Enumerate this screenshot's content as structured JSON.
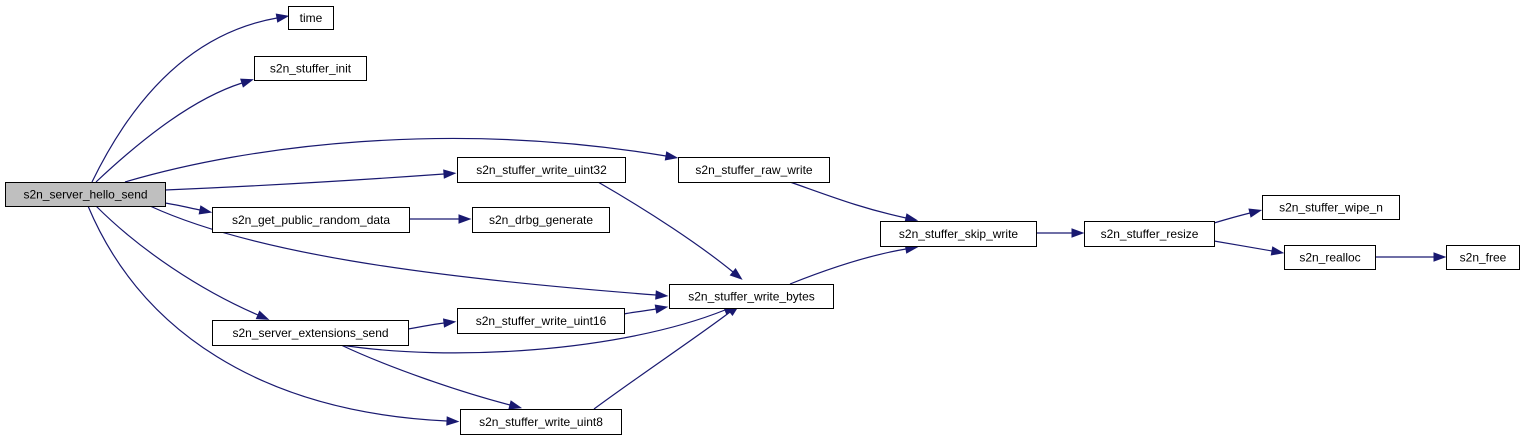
{
  "colors": {
    "edge": "#191970",
    "root_fill": "#bfbfbf",
    "node_fill": "#ffffff",
    "node_stroke": "#000000"
  },
  "nodes": [
    {
      "id": "hello_send",
      "label": "s2n_server_hello_send",
      "root": true
    },
    {
      "id": "time",
      "label": "time"
    },
    {
      "id": "stuffer_init",
      "label": "s2n_stuffer_init"
    },
    {
      "id": "write_uint32",
      "label": "s2n_stuffer_write_uint32"
    },
    {
      "id": "get_public_random",
      "label": "s2n_get_public_random_data"
    },
    {
      "id": "drbg_generate",
      "label": "s2n_drbg_generate"
    },
    {
      "id": "raw_write",
      "label": "s2n_stuffer_raw_write"
    },
    {
      "id": "write_bytes",
      "label": "s2n_stuffer_write_bytes"
    },
    {
      "id": "extensions_send",
      "label": "s2n_server_extensions_send"
    },
    {
      "id": "write_uint16",
      "label": "s2n_stuffer_write_uint16"
    },
    {
      "id": "write_uint8",
      "label": "s2n_stuffer_write_uint8"
    },
    {
      "id": "skip_write",
      "label": "s2n_stuffer_skip_write"
    },
    {
      "id": "resize",
      "label": "s2n_stuffer_resize"
    },
    {
      "id": "wipe_n",
      "label": "s2n_stuffer_wipe_n"
    },
    {
      "id": "realloc",
      "label": "s2n_realloc"
    },
    {
      "id": "free",
      "label": "s2n_free"
    }
  ],
  "edges": [
    {
      "from": "hello_send",
      "to": "time"
    },
    {
      "from": "hello_send",
      "to": "stuffer_init"
    },
    {
      "from": "hello_send",
      "to": "raw_write"
    },
    {
      "from": "hello_send",
      "to": "write_uint32"
    },
    {
      "from": "hello_send",
      "to": "get_public_random"
    },
    {
      "from": "hello_send",
      "to": "write_bytes"
    },
    {
      "from": "hello_send",
      "to": "extensions_send"
    },
    {
      "from": "hello_send",
      "to": "write_uint8"
    },
    {
      "from": "get_public_random",
      "to": "drbg_generate"
    },
    {
      "from": "write_uint32",
      "to": "write_bytes"
    },
    {
      "from": "raw_write",
      "to": "skip_write"
    },
    {
      "from": "write_bytes",
      "to": "skip_write"
    },
    {
      "from": "extensions_send",
      "to": "write_uint16"
    },
    {
      "from": "extensions_send",
      "to": "write_bytes"
    },
    {
      "from": "extensions_send",
      "to": "write_uint8"
    },
    {
      "from": "write_uint16",
      "to": "write_bytes"
    },
    {
      "from": "write_uint8",
      "to": "write_bytes"
    },
    {
      "from": "skip_write",
      "to": "resize"
    },
    {
      "from": "resize",
      "to": "wipe_n"
    },
    {
      "from": "resize",
      "to": "realloc"
    },
    {
      "from": "realloc",
      "to": "free"
    }
  ]
}
